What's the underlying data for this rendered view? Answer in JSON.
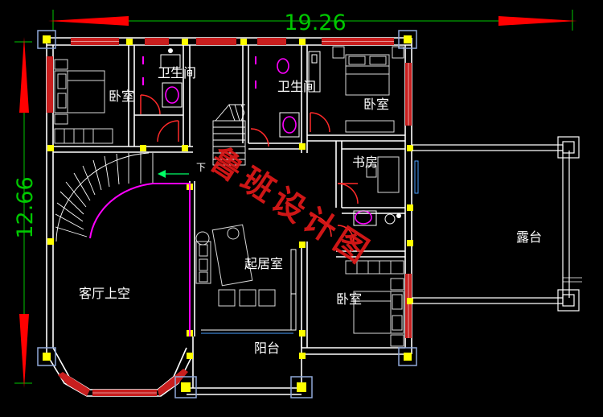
{
  "dimensions": {
    "width_label": "19.26",
    "height_label": "12.66"
  },
  "rooms": {
    "bedroom_top_left": "卧室",
    "bathroom_1": "卫生间",
    "bathroom_2": "卫生间",
    "bedroom_top_right": "卧室",
    "study": "书房",
    "living_void": "客厅上空",
    "family_room": "起居室",
    "terrace": "露台",
    "bedroom_bottom_right": "卧室",
    "balcony": "阳台"
  },
  "stair_down_mark": "下",
  "watermark": "鲁班设计图",
  "colors": {
    "background": "#000000",
    "wall": "#ffffff",
    "column": "#ffff00",
    "column_outer": "#8fa8d8",
    "window": "#c81e1e",
    "door": "#ff2a2a",
    "dimension_line": "#00c800",
    "dimension_arrow": "#ff0000",
    "fixture": "#ff00ff",
    "furniture": "#d9d9d9",
    "watermark": "#e01818"
  }
}
